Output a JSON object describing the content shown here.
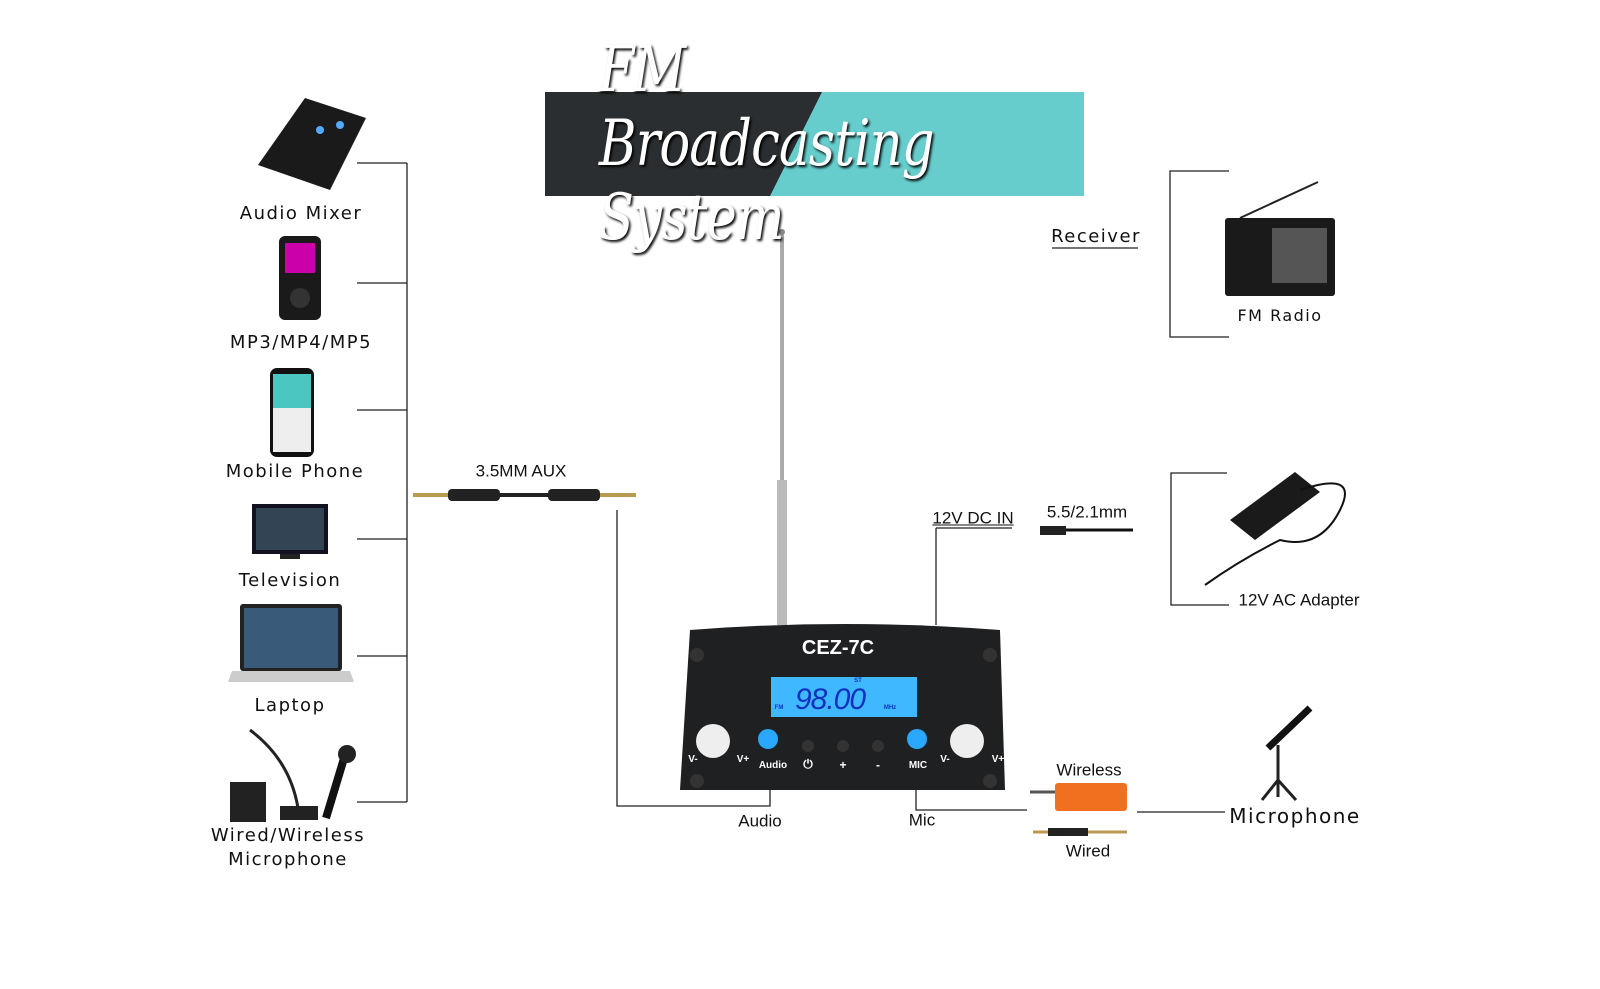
{
  "title": "FM Broadcasting System",
  "colors": {
    "banner_dark": "#2b2e30",
    "banner_teal": "#66cccc",
    "lcd": "#3fb8ff",
    "led": "#2aa8ff",
    "adapter_orange": "#f07020"
  },
  "sources": [
    "Audio Mixer",
    "MP3/MP4/MP5",
    "Mobile Phone",
    "Television",
    "Laptop",
    "Wired/Wireless",
    "Microphone"
  ],
  "cable_label": "3.5MM AUX",
  "device": {
    "model": "CEZ-7C",
    "frequency": "98.00",
    "band": "FM",
    "unit": "MHz",
    "station": "ST",
    "controls": [
      "V-",
      "V+",
      "Audio",
      "⏻",
      "+",
      "-",
      "MIC",
      "V-",
      "V+"
    ]
  },
  "ports": {
    "audio": "Audio",
    "mic": "Mic",
    "dc": "12V DC IN",
    "plug": "5.5/2.1mm"
  },
  "receiver": {
    "label": "Receiver",
    "device": "FM Radio"
  },
  "adapter": "12V AC Adapter",
  "microphone": {
    "wireless": "Wireless",
    "wired": "Wired",
    "label": "Microphone"
  }
}
